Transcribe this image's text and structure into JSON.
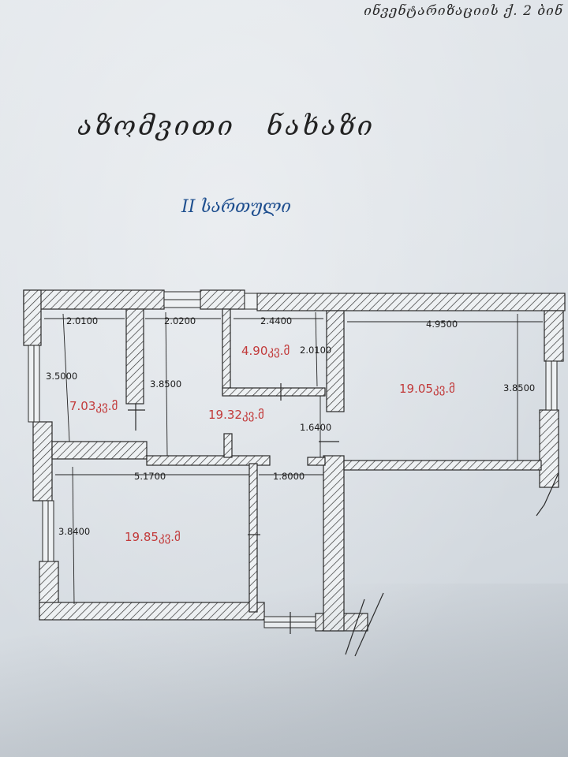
{
  "document": {
    "header_note": "ინვენტარიზაციის ქ. 2 ბინ",
    "title": "აზომვითი ნახაზი",
    "floor_label": "II სართული"
  },
  "plan": {
    "dimensions": {
      "room1_width": "2.0100",
      "room1_height": "3.5000",
      "hall_width": "2.0200",
      "hall_height": "3.8500",
      "bath_width": "2.4400",
      "bath_height": "2.0100",
      "room_right_width": "4.9500",
      "room_right_height": "3.8500",
      "corridor_height": "1.6400",
      "room_bottom_width": "5.1700",
      "room_bottom_height": "3.8400",
      "passage_width": "1.8000"
    },
    "areas": {
      "small_room": "7.03კვ.მ",
      "hall": "19.32კვ.მ",
      "bathroom": "4.90კვ.მ",
      "right_room": "19.05კვ.მ",
      "bottom_room": "19.85კვ.მ"
    },
    "colors": {
      "area_text": "#c23a3a",
      "wall": "#2a2a2a",
      "floor_label": "#1f4f8f"
    }
  }
}
